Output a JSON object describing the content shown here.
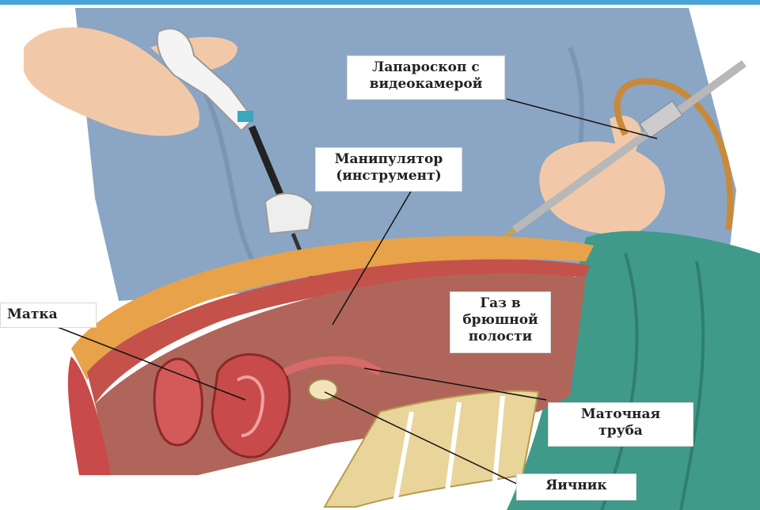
{
  "labels": {
    "laparoscope": "Лапароскоп с\nвидеокамерой",
    "manipulator": "Манипулятор\n(инструмент)",
    "uterus": "Матка",
    "gas": "Газ в\nбрюшной\nполости",
    "fallopian_tube": "Маточная\nтруба",
    "ovary": "Яичник"
  },
  "colors": {
    "top_bar": "#4aa3d8",
    "gown": "#8aa6c4",
    "drape": "#3f9a8a",
    "skin": "#f2c9a8",
    "abdominal_wall": "#e8a24a",
    "muscle": "#c4524a",
    "cavity": "#b0655a",
    "organ": "#c94a4a",
    "bone": "#e9d49a"
  }
}
